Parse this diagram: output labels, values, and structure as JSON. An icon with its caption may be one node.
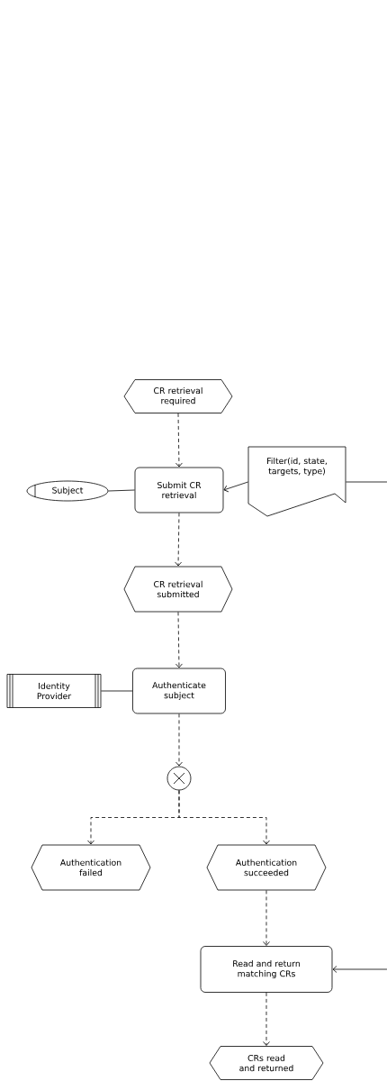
{
  "diagram": {
    "nodes": [
      {
        "text": [
          "CR retrieval required"
        ]
      },
      {
        "text": [
          "Subject"
        ]
      },
      {
        "text": [
          "Submit CR retrieval"
        ]
      },
      {
        "text": [
          "Filter(id, state, targets, type)"
        ]
      },
      {
        "text": [
          "CR retrieval submitted"
        ]
      },
      {
        "text": [
          "Identity Provider"
        ]
      },
      {
        "text": [
          "Authenticate subject"
        ]
      },
      {
        "text": [],
        "shape": "circle"
      },
      {
        "text": [
          "Authentication failed"
        ]
      },
      {
        "text": [
          "Authentication succeeded"
        ]
      },
      {
        "text": [
          "Read and return matching CRs"
        ]
      },
      {
        "text": [
          "CRs read and returned"
        ]
      }
    ],
    "edges": [
      {
        "from": 0,
        "to": 2,
        "arrow": "to",
        "style": "dashed"
      },
      {
        "from": 1,
        "to": 2,
        "arrow": "none"
      },
      {
        "from": 3,
        "to": 2,
        "arrow": "to"
      },
      {
        "from": 3,
        "to": null,
        "arrow": "none"
      },
      {
        "from": 2,
        "to": 4,
        "arrow": "to",
        "style": "dashed"
      },
      {
        "from": 4,
        "to": 6,
        "arrow": "to",
        "style": "dashed"
      },
      {
        "from": 5,
        "to": 6,
        "arrow": "none"
      },
      {
        "from": 6,
        "to": 7,
        "arrow": "to",
        "style": "dashed"
      },
      {
        "from": 7,
        "to": 8,
        "arrow": "to",
        "style": "dashed"
      },
      {
        "from": 7,
        "to": 9,
        "arrow": "to",
        "style": "dashed"
      },
      {
        "from": null,
        "to": 10,
        "arrow": "to"
      },
      {
        "from": 9,
        "to": 10,
        "arrow": "to",
        "style": "dashed"
      },
      {
        "from": 10,
        "to": 11,
        "arrow": "to",
        "style": "dashed"
      }
    ]
  }
}
